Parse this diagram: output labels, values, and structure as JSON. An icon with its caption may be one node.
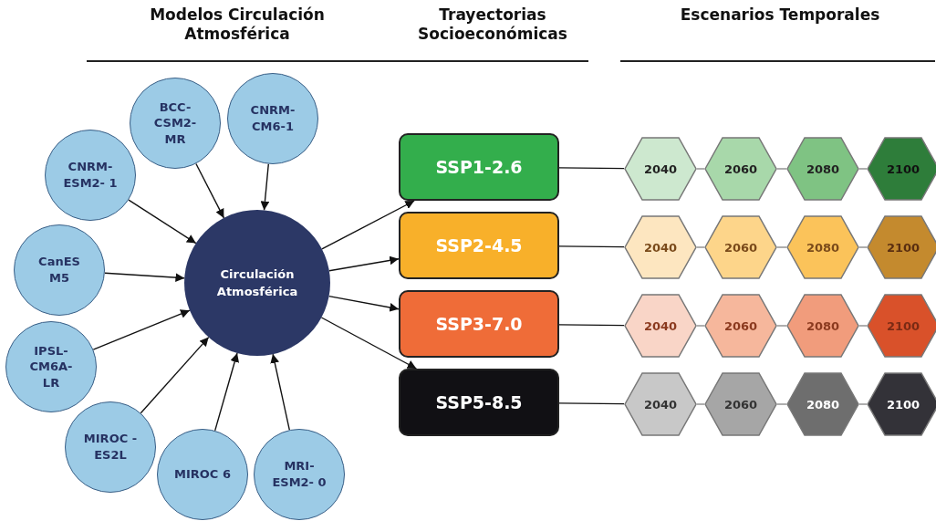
{
  "diagram": {
    "nodes": [
      {
        "text": [
          "BCC- CSM2- MR"
        ]
      },
      {
        "text": [
          "CNRM- CM6-1"
        ]
      },
      {
        "text": [
          "CNRM- ESM2- 1"
        ]
      },
      {
        "text": [
          "CanES M5"
        ]
      },
      {
        "text": [
          "IPSL- CM6A- LR"
        ]
      },
      {
        "text": [
          "MIROC -ES2L"
        ]
      },
      {
        "text": [
          "MIROC 6"
        ]
      },
      {
        "text": [
          "MRI- ESM2- 0"
        ]
      },
      {
        "text": [
          "Circulación Atmosférica"
        ]
      },
      {
        "text": [
          "SSP1-2.6"
        ]
      },
      {
        "text": [
          "SSP2-4.5"
        ]
      },
      {
        "text": [
          "SSP3-7.0"
        ]
      },
      {
        "text": [
          "SSP5-8.5"
        ]
      },
      {
        "text": [
          "2040"
        ]
      },
      {
        "text": [
          "2060"
        ]
      },
      {
        "text": [
          "2080"
        ]
      },
      {
        "text": [
          "2100"
        ]
      },
      {
        "text": [
          "2040"
        ]
      },
      {
        "text": [
          "2060"
        ]
      },
      {
        "text": [
          "2080"
        ]
      },
      {
        "text": [
          "2100"
        ]
      },
      {
        "text": [
          "2040"
        ]
      },
      {
        "text": [
          "2060"
        ]
      },
      {
        "text": [
          "2080"
        ]
      },
      {
        "text": [
          "2100"
        ]
      },
      {
        "text": [
          "2040"
        ]
      },
      {
        "text": [
          "2060"
        ]
      },
      {
        "text": [
          "2080"
        ]
      },
      {
        "text": [
          "2100"
        ]
      }
    ],
    "edges": [
      {
        "from": 0,
        "to": 8,
        "arrow": "to"
      },
      {
        "from": 1,
        "to": 8,
        "arrow": "to"
      },
      {
        "from": 2,
        "to": 8,
        "arrow": "to"
      },
      {
        "from": 3,
        "to": 8,
        "arrow": "to"
      },
      {
        "from": 4,
        "to": 8,
        "arrow": "to"
      },
      {
        "from": 5,
        "to": 8,
        "arrow": "to"
      },
      {
        "from": 6,
        "to": 8,
        "arrow": "to"
      },
      {
        "from": 7,
        "to": 8,
        "arrow": "to"
      },
      {
        "from": 8,
        "to": 9,
        "arrow": "to"
      },
      {
        "from": 8,
        "to": 10,
        "arrow": "to"
      },
      {
        "from": 8,
        "to": 11,
        "arrow": "to"
      },
      {
        "from": 8,
        "to": 12,
        "arrow": "to"
      },
      {
        "from": 9,
        "to": 13,
        "arrow": "none"
      },
      {
        "from": 13,
        "to": 14,
        "arrow": "none",
        "color": "#8c8c8c"
      },
      {
        "from": 14,
        "to": 15,
        "arrow": "none",
        "color": "#8c8c8c"
      },
      {
        "from": 15,
        "to": 16,
        "arrow": "none",
        "color": "#8c8c8c"
      },
      {
        "from": 10,
        "to": 17,
        "arrow": "none"
      },
      {
        "from": 17,
        "to": 18,
        "arrow": "none",
        "color": "#8c8c8c"
      },
      {
        "from": 18,
        "to": 19,
        "arrow": "none",
        "color": "#8c8c8c"
      },
      {
        "from": 19,
        "to": 20,
        "arrow": "none",
        "color": "#8c8c8c"
      },
      {
        "from": 11,
        "to": 21,
        "arrow": "none"
      },
      {
        "from": 21,
        "to": 22,
        "arrow": "none",
        "color": "#8c8c8c"
      },
      {
        "from": 22,
        "to": 23,
        "arrow": "none",
        "color": "#8c8c8c"
      },
      {
        "from": 23,
        "to": 24,
        "arrow": "none",
        "color": "#8c8c8c"
      },
      {
        "from": 12,
        "to": 25,
        "arrow": "none"
      },
      {
        "from": 25,
        "to": 26,
        "arrow": "none",
        "color": "#8c8c8c"
      },
      {
        "from": 26,
        "to": 27,
        "arrow": "none",
        "color": "#8c8c8c"
      },
      {
        "from": 27,
        "to": 28,
        "arrow": "none",
        "color": "#8c8c8c"
      }
    ],
    "labels": [
      "Modelos Circulación Atmosférica",
      "Trayectorias Socioeconómicas",
      "Escenarios Temporales"
    ]
  }
}
